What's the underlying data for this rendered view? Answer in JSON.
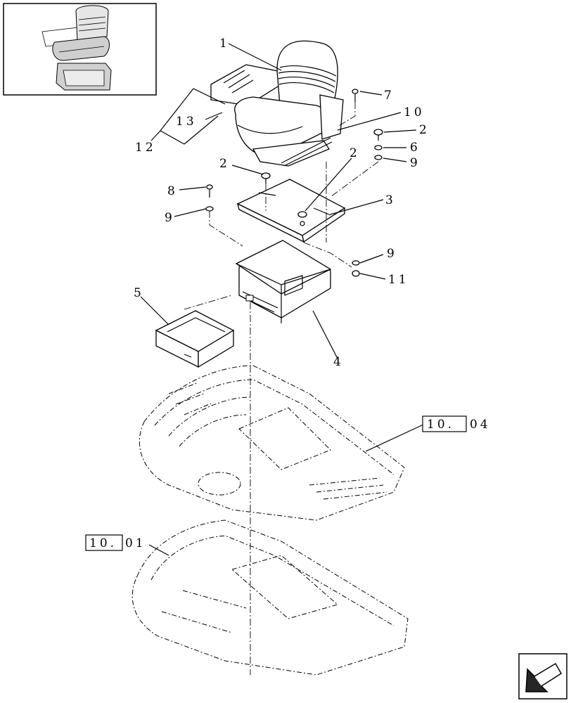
{
  "callouts": {
    "c1": "1",
    "c2a": "2",
    "c2b": "2",
    "c2c": "2",
    "c3": "3",
    "c4": "4",
    "c5": "5",
    "c6": "6",
    "c7": "7",
    "c8": "8",
    "c9a": "9",
    "c9b": "9",
    "c9c": "9",
    "c10": "10",
    "c11": "11",
    "c12": "12",
    "c13": "13"
  },
  "references": {
    "ref_1004_boxed": "10.",
    "ref_1004_suffix": "04",
    "ref_1001_boxed": "10.",
    "ref_1001_suffix": "01"
  },
  "icons": {
    "thumbnail": "seat-assembly-thumbnail",
    "nav": "next-page-arrow-icon"
  }
}
